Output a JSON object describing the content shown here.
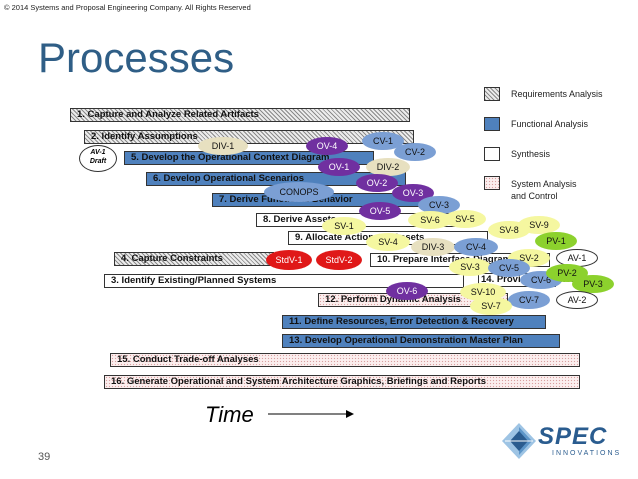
{
  "copyright": "© 2014 Systems and Proposal Engineering Company. All Rights Reserved",
  "title": "Processes",
  "slide_number": "39",
  "time_label": "Time",
  "legend": [
    {
      "label": "Requirements Analysis",
      "style": "hatched"
    },
    {
      "label": "Functional  Analysis",
      "style": "blue",
      "color": "#4f81bd"
    },
    {
      "label": "Synthesis",
      "style": "white"
    },
    {
      "label": "System Analysis and Control",
      "line1": "System Analysis",
      "line2": "and Control",
      "style": "dotted"
    }
  ],
  "processes": [
    {
      "label": "1. Capture and Analyze Related Artifacts",
      "type": "requirements"
    },
    {
      "label": "2. Identify Assumptions",
      "type": "requirements"
    },
    {
      "label": "5. Develop the Operational Context Diagram",
      "type": "functional"
    },
    {
      "label": "6. Develop Operational Scenarios",
      "type": "functional"
    },
    {
      "label": "7. Derive Functional Behavior",
      "type": "functional"
    },
    {
      "label": "8. Derive Assets",
      "type": "synthesis"
    },
    {
      "label": "9. Allocate Actions to Assets",
      "type": "synthesis"
    },
    {
      "label": "4. Capture Constraints",
      "type": "requirements"
    },
    {
      "label": "10. Prepare Interface Diagrams",
      "type": "synthesis"
    },
    {
      "label": "3. Identify Existing/Planned Systems",
      "type": "synthesis"
    },
    {
      "label": "14. Provide Specifications",
      "type": "synthesis"
    },
    {
      "label": "12. Perform Dynamic Analysis",
      "type": "analysis"
    },
    {
      "label": "11. Define Resources, Error Detection & Recovery",
      "type": "functional"
    },
    {
      "label": "13. Develop Operational Demonstration Master Plan",
      "type": "functional"
    },
    {
      "label": "15. Conduct Trade-off Analyses",
      "type": "analysis"
    },
    {
      "label": "16. Generate Operational and System Architecture Graphics, Briefings and Reports",
      "type": "analysis"
    }
  ],
  "products": {
    "av1_draft": "AV-1 Draft",
    "av1_draft_line1": "AV-1",
    "av1_draft_line2": "Draft",
    "div1": "DIV-1",
    "ov4": "OV-4",
    "cv1": "CV-1",
    "cv2": "CV-2",
    "ov1": "OV-1",
    "div2": "DIV-2",
    "ov2": "OV-2",
    "conops": "CONOPS",
    "ov3": "OV-3",
    "cv3": "CV-3",
    "ov5": "OV-5",
    "sv1": "SV-1",
    "sv6": "SV-6",
    "sv5": "SV-5",
    "sv8": "SV-8",
    "sv9": "SV-9",
    "sv4": "SV-4",
    "div3": "DIV-3",
    "cv4": "CV-4",
    "pv1": "PV-1",
    "stdv1": "StdV-1",
    "stdv2": "StdV-2",
    "sv2": "SV-2",
    "av1": "AV-1",
    "sv3": "SV-3",
    "cv5": "CV-5",
    "cv6": "CV-6",
    "pv2": "PV-2",
    "pv3": "PV-3",
    "ov6": "OV-6",
    "sv10": "SV-10",
    "cv7": "CV-7",
    "av2": "AV-2",
    "sv7": "SV-7"
  },
  "logo": {
    "name": "SPEC",
    "tagline": "INNOVATIONS"
  }
}
